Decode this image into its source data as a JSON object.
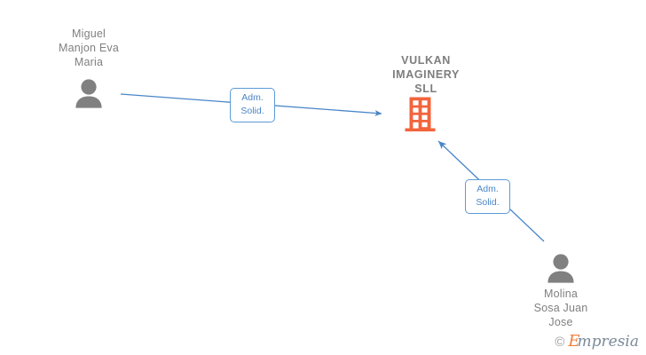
{
  "colors": {
    "edge_blue": "#4a86c8",
    "label_border_blue": "#5b9bd5",
    "label_text_blue": "#4a86c8",
    "person_gray": "#808080",
    "company_orange": "#f2643c",
    "text_gray": "#808080",
    "watermark_orange": "#f0803c",
    "watermark_gray": "#7b8a99",
    "background": "#ffffff"
  },
  "graph": {
    "company": {
      "name": "VULKAN\nIMAGINERY\nSLL",
      "icon": "building-icon"
    },
    "persons": [
      {
        "id": "person-miguel-manjon-eva-maria",
        "name": "Miguel\nManjon Eva\nMaria",
        "icon": "person-icon"
      },
      {
        "id": "person-molina-sosa-juan-jose",
        "name": "Molina\nSosa Juan\nJose",
        "icon": "person-icon"
      }
    ],
    "edges": [
      {
        "id": "edge-miguel-to-company",
        "from": "person-miguel-manjon-eva-maria",
        "to": "company",
        "label": "Adm.\nSolid."
      },
      {
        "id": "edge-molina-to-company",
        "from": "person-molina-sosa-juan-jose",
        "to": "company",
        "label": "Adm.\nSolid."
      }
    ]
  },
  "watermark": {
    "copyright": "©",
    "brand_initial": "E",
    "brand_rest": "mpresia"
  }
}
